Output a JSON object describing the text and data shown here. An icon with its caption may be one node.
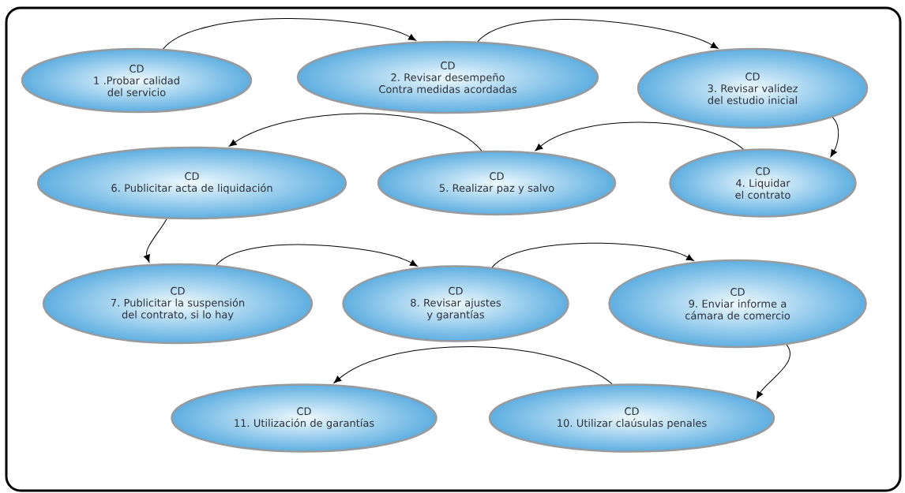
{
  "diagram": {
    "nodes": [
      {
        "text": [
          "CD",
          "1 .Probar calidad del servicio"
        ]
      },
      {
        "text": [
          "CD",
          "2. Revisar desempeño Contra medidas acordadas"
        ]
      },
      {
        "text": [
          "CD",
          "3. Revisar validez del estudio inicial"
        ]
      },
      {
        "text": [
          "CD",
          "4. Liquidar el contrato"
        ]
      },
      {
        "text": [
          "CD",
          "5. Realizar paz y salvo"
        ]
      },
      {
        "text": [
          "CD",
          "6. Publicitar acta de liquidación"
        ]
      },
      {
        "text": [
          "CD",
          "7. Publicitar la suspensión del contrato, si lo hay"
        ]
      },
      {
        "text": [
          "CD",
          "8. Revisar ajustes y garantías"
        ]
      },
      {
        "text": [
          "CD",
          "9. Enviar informe a cámara de comercio"
        ]
      },
      {
        "text": [
          "CD",
          "10. Utilizar claúsulas penales"
        ]
      },
      {
        "text": [
          "CD",
          "11. Utilización de garantías"
        ]
      }
    ],
    "edges": [
      {
        "from": 0,
        "to": 1,
        "arrow": "to"
      },
      {
        "from": 1,
        "to": 2,
        "arrow": "to"
      },
      {
        "from": 2,
        "to": 3,
        "arrow": "to"
      },
      {
        "from": 3,
        "to": 4,
        "arrow": "to"
      },
      {
        "from": 4,
        "to": 5,
        "arrow": "to"
      },
      {
        "from": 5,
        "to": 6,
        "arrow": "to"
      },
      {
        "from": 6,
        "to": 7,
        "arrow": "to"
      },
      {
        "from": 7,
        "to": 8,
        "arrow": "to"
      },
      {
        "from": 8,
        "to": 9,
        "arrow": "to"
      },
      {
        "from": 9,
        "to": 10,
        "arrow": "to"
      }
    ]
  }
}
